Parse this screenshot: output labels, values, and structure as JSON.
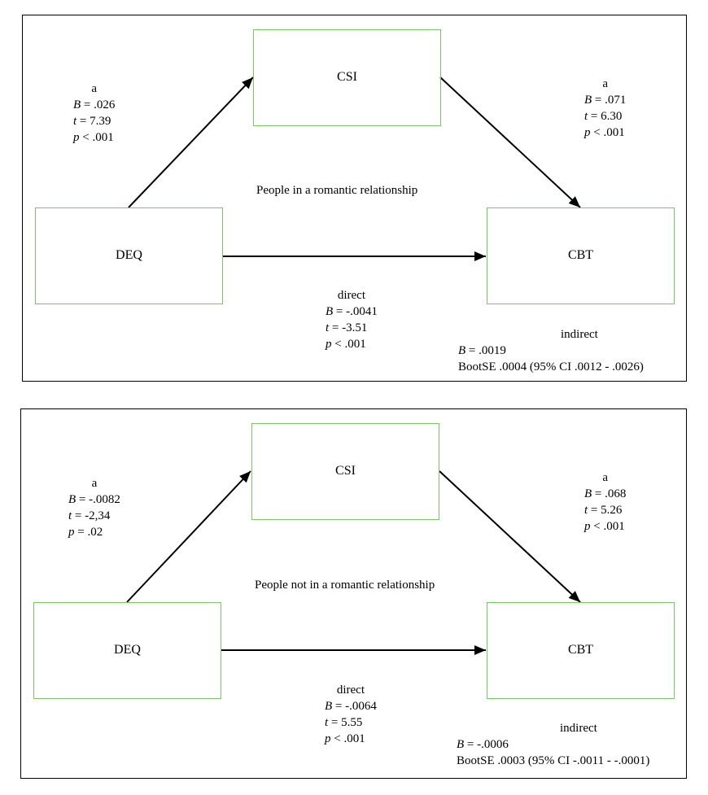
{
  "panels": [
    {
      "group_label": "People in a romantic relationship",
      "nodes": {
        "top": "CSI",
        "left": "DEQ",
        "right": "CBT"
      },
      "path_a_left": {
        "label": "a",
        "B": ".026",
        "t": "7.39",
        "p_op": "<",
        "p": ".001"
      },
      "path_a_right": {
        "label": "a",
        "B": ".071",
        "t": "6.30",
        "p_op": "<",
        "p": ".001"
      },
      "direct": {
        "label": "direct",
        "B": "-.0041",
        "t": "-3.51",
        "p_op": "<",
        "p": ".001"
      },
      "indirect": {
        "label": "indirect",
        "B": ".0019",
        "bootse": "BootSE .0004 (95% CI .0012 - .0026)"
      }
    },
    {
      "group_label": "People not in a romantic relationship",
      "nodes": {
        "top": "CSI",
        "left": "DEQ",
        "right": "CBT"
      },
      "path_a_left": {
        "label": "a",
        "B": "-.0082",
        "t": "-2,34",
        "p_op": "=",
        "p": ".02"
      },
      "path_a_right": {
        "label": "a",
        "B": ".068",
        "t": "5.26",
        "p_op": "<",
        "p": ".001"
      },
      "direct": {
        "label": "direct",
        "B": "-.0064",
        "t": "5.55",
        "p_op": "<",
        "p": ".001"
      },
      "indirect": {
        "label": "indirect",
        "B": "-.0006",
        "bootse": "BootSE .0003 (95% CI -.0011 - -.0001)"
      }
    }
  ]
}
